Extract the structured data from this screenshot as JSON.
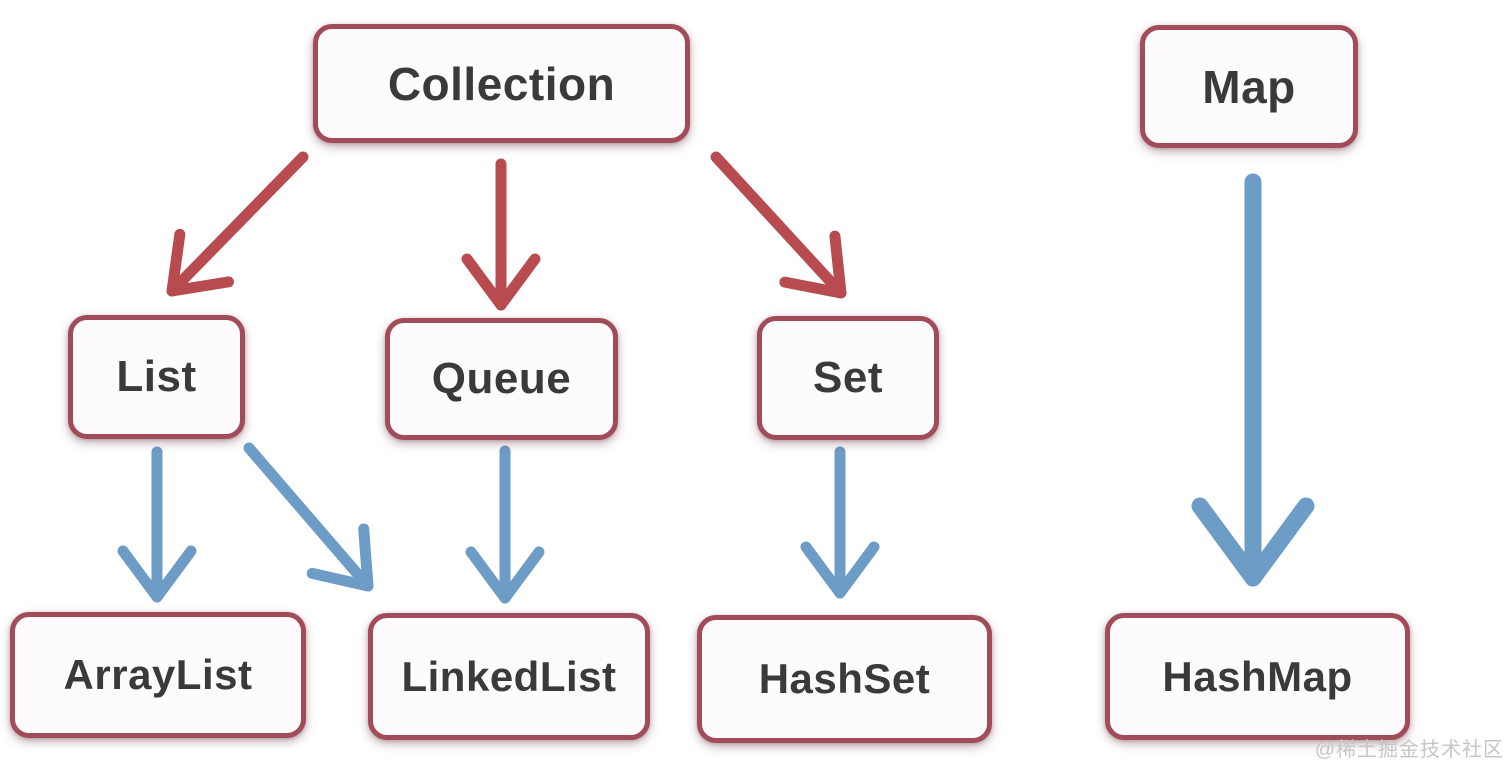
{
  "nodes": {
    "collection": {
      "label": "Collection"
    },
    "map": {
      "label": "Map"
    },
    "list": {
      "label": "List"
    },
    "queue": {
      "label": "Queue"
    },
    "set": {
      "label": "Set"
    },
    "arraylist": {
      "label": "ArrayList"
    },
    "linkedlist": {
      "label": "LinkedList"
    },
    "hashset": {
      "label": "HashSet"
    },
    "hashmap": {
      "label": "HashMap"
    }
  },
  "edges": [
    {
      "from": "Collection",
      "to": "List",
      "color": "#b84b50"
    },
    {
      "from": "Collection",
      "to": "Queue",
      "color": "#b84b50"
    },
    {
      "from": "Collection",
      "to": "Set",
      "color": "#b84b50"
    },
    {
      "from": "List",
      "to": "ArrayList",
      "color": "#6d9cc6"
    },
    {
      "from": "List",
      "to": "LinkedList",
      "color": "#6d9cc6"
    },
    {
      "from": "Queue",
      "to": "LinkedList",
      "color": "#6d9cc6"
    },
    {
      "from": "Set",
      "to": "HashSet",
      "color": "#6d9cc6"
    },
    {
      "from": "Map",
      "to": "HashMap",
      "color": "#6d9cc6"
    }
  ],
  "colors": {
    "background": "#ffffff",
    "box_border": "#a24b59",
    "box_fill": "#fdfbfc",
    "label_text": "#3a3a3a",
    "arrow_red": "#b84b50",
    "arrow_blue": "#6d9cc6",
    "watermark": "#c6c6c6"
  },
  "watermark": {
    "text": "@稀土掘金技术社区"
  }
}
